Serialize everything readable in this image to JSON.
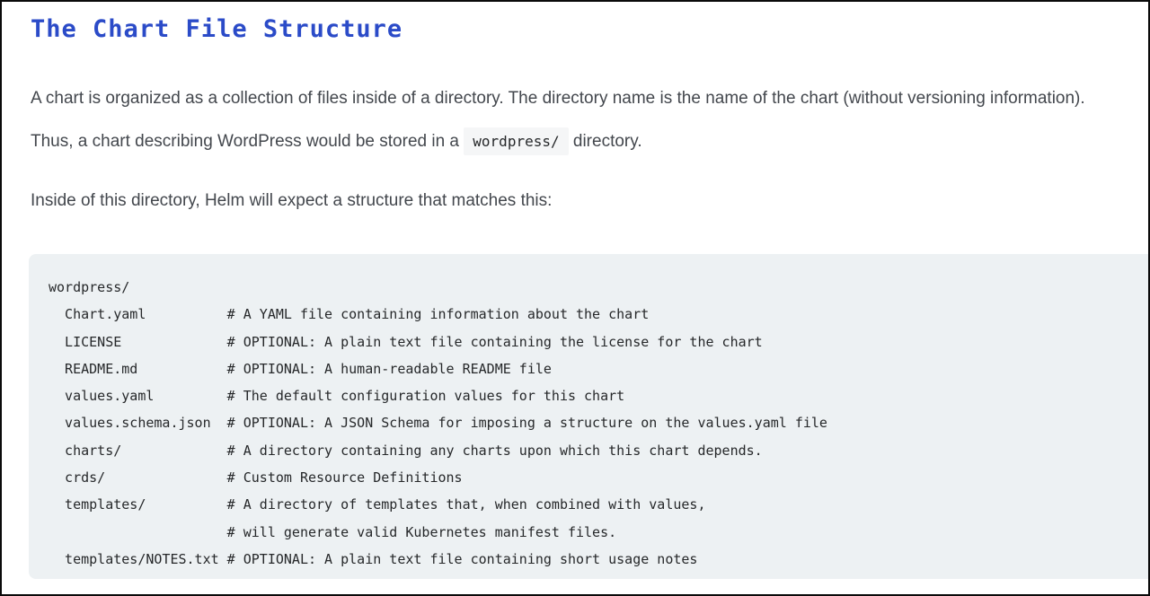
{
  "colors": {
    "heading_blue": "#2b4bc8",
    "body_text": "#43474d",
    "code_text": "#26282a",
    "code_block_bg": "#edf1f3",
    "inline_code_bg": "#f5f6f7",
    "page_border": "#0a0a0a"
  },
  "article": {
    "title": "The Chart File Structure",
    "p1_before": "A chart is organized as a collection of files inside of a directory. The directory name is the name of the chart (without versioning information). Thus, a chart describing WordPress would be stored in a ",
    "p1_code": "wordpress/",
    "p1_after": " directory.",
    "p2": "Inside of this directory, Helm will expect a structure that matches this:",
    "code_lines": [
      "wordpress/",
      "  Chart.yaml          # A YAML file containing information about the chart",
      "  LICENSE             # OPTIONAL: A plain text file containing the license for the chart",
      "  README.md           # OPTIONAL: A human-readable README file",
      "  values.yaml         # The default configuration values for this chart",
      "  values.schema.json  # OPTIONAL: A JSON Schema for imposing a structure on the values.yaml file",
      "  charts/             # A directory containing any charts upon which this chart depends.",
      "  crds/               # Custom Resource Definitions",
      "  templates/          # A directory of templates that, when combined with values,",
      "                      # will generate valid Kubernetes manifest files.",
      "  templates/NOTES.txt # OPTIONAL: A plain text file containing short usage notes"
    ]
  }
}
